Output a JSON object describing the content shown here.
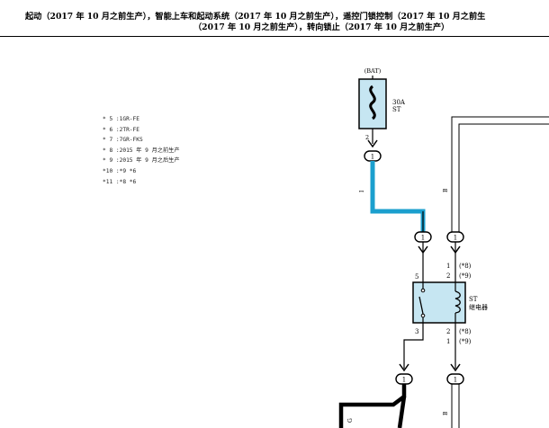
{
  "header": {
    "line1": "起动（2017 年 10 月之前生产），智能上车和起动系统（2017 年 10 月之前生产），遥控门锁控制（2017 年 10 月之前生",
    "line2": "（2017 年 10 月之前生产），转向锁止（2017 年 10 月之前生产）"
  },
  "legend": [
    "* 5 :1GR-FE",
    "* 6 :2TR-FE",
    "* 7 :7GR-FKS",
    "* 8 :2015 年 9 月之前生产",
    "* 9 :2015 年 9 月之后生产",
    "*10 :*9 *6",
    "*11 :*8 *6"
  ],
  "fuse": {
    "top_label": "(BAT)",
    "amp": "30A",
    "name": "ST",
    "pin": "2"
  },
  "connectors": {
    "fuse_out": "1",
    "relay_in_left": "1",
    "relay_in_right": "1",
    "relay_out_left": "1",
    "relay_out_right": "1"
  },
  "wire_marks": {
    "left": "I",
    "right": "B"
  },
  "relay": {
    "name": "ST",
    "subname": "继电器",
    "pin_top_left": "5",
    "pin_bottom_left": "3",
    "pin_top_right_a": "1",
    "pin_top_right_a_note": "(*8)",
    "pin_top_right_b": "2",
    "pin_top_right_b_note": "(*9)",
    "pin_bottom_right_a": "2",
    "pin_bottom_right_a_note": "(*8)",
    "pin_bottom_right_b": "1",
    "pin_bottom_right_b_note": "(*9)"
  },
  "bottom_marks": {
    "left": "G",
    "right": "B"
  },
  "colors": {
    "highlight_wire": "#1b9fce",
    "component_fill": "#c6e6f2",
    "wire": "#000000",
    "thick_wire": "#000000"
  }
}
